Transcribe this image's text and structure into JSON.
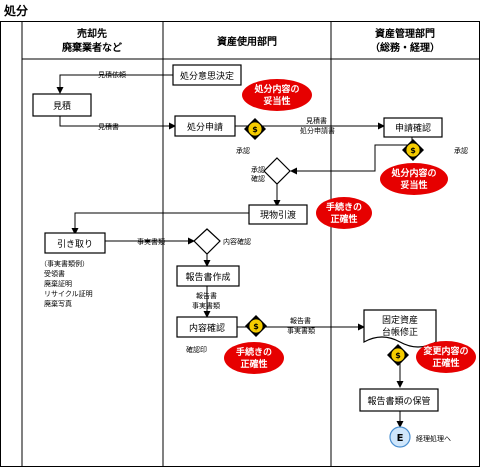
{
  "title": "処分",
  "lanes": {
    "left": [
      "売却先",
      "廃棄業者など"
    ],
    "middle": "資産使用部門",
    "right": [
      "資産管理部門",
      "（総務・経理）"
    ]
  },
  "nodes": {
    "disposal_decision": "処分意思決定",
    "estimate": "見積",
    "disposal_application": "処分申請",
    "application_check": "申請確認",
    "handover": "現物引渡",
    "pickup": "引き取り",
    "report_creation": "報告書作成",
    "content_check": "内容確認",
    "fixed_asset_1": "固定資産",
    "fixed_asset_2": "台帳修正",
    "report_storage": "報告書類の保管",
    "end_marker": "E"
  },
  "edge_labels": {
    "estimate_request": "見積依頼",
    "estimate_doc": "見積書",
    "estimate_doc_2": "見積書",
    "disposal_app_doc": "処分申請書",
    "approval_left": "承認",
    "approval_right": "承認",
    "approval_check_1": "承認",
    "approval_check_2": "確認",
    "fact_docs": "事実書類",
    "content_confirm": "内容確認",
    "report_doc": "報告書",
    "fact_doc_class": "事実書類",
    "report_doc_2": "報告書",
    "fact_doc_2": "事実書類",
    "confirm_seal": "確認印",
    "to_accounting": "経理処理へ",
    "stamp": "$"
  },
  "fact_docs_list": {
    "heading": "（事実書類例）",
    "items": [
      "受領書",
      "廃棄証明",
      "リサイクル証明",
      "廃棄写真"
    ]
  },
  "callouts": {
    "c1": [
      "処分内容の",
      "妥当性"
    ],
    "c2": [
      "処分内容の",
      "妥当性"
    ],
    "c3": [
      "手続きの",
      "正確性"
    ],
    "c4": [
      "手続きの",
      "正確性"
    ],
    "c5": [
      "変更内容の",
      "正確性"
    ]
  },
  "colors": {
    "callout_fill": "#e60000",
    "stamp_fill": "#f5cc00",
    "end_fill": "#cfe6fb",
    "end_stroke": "#4a8fd0"
  }
}
